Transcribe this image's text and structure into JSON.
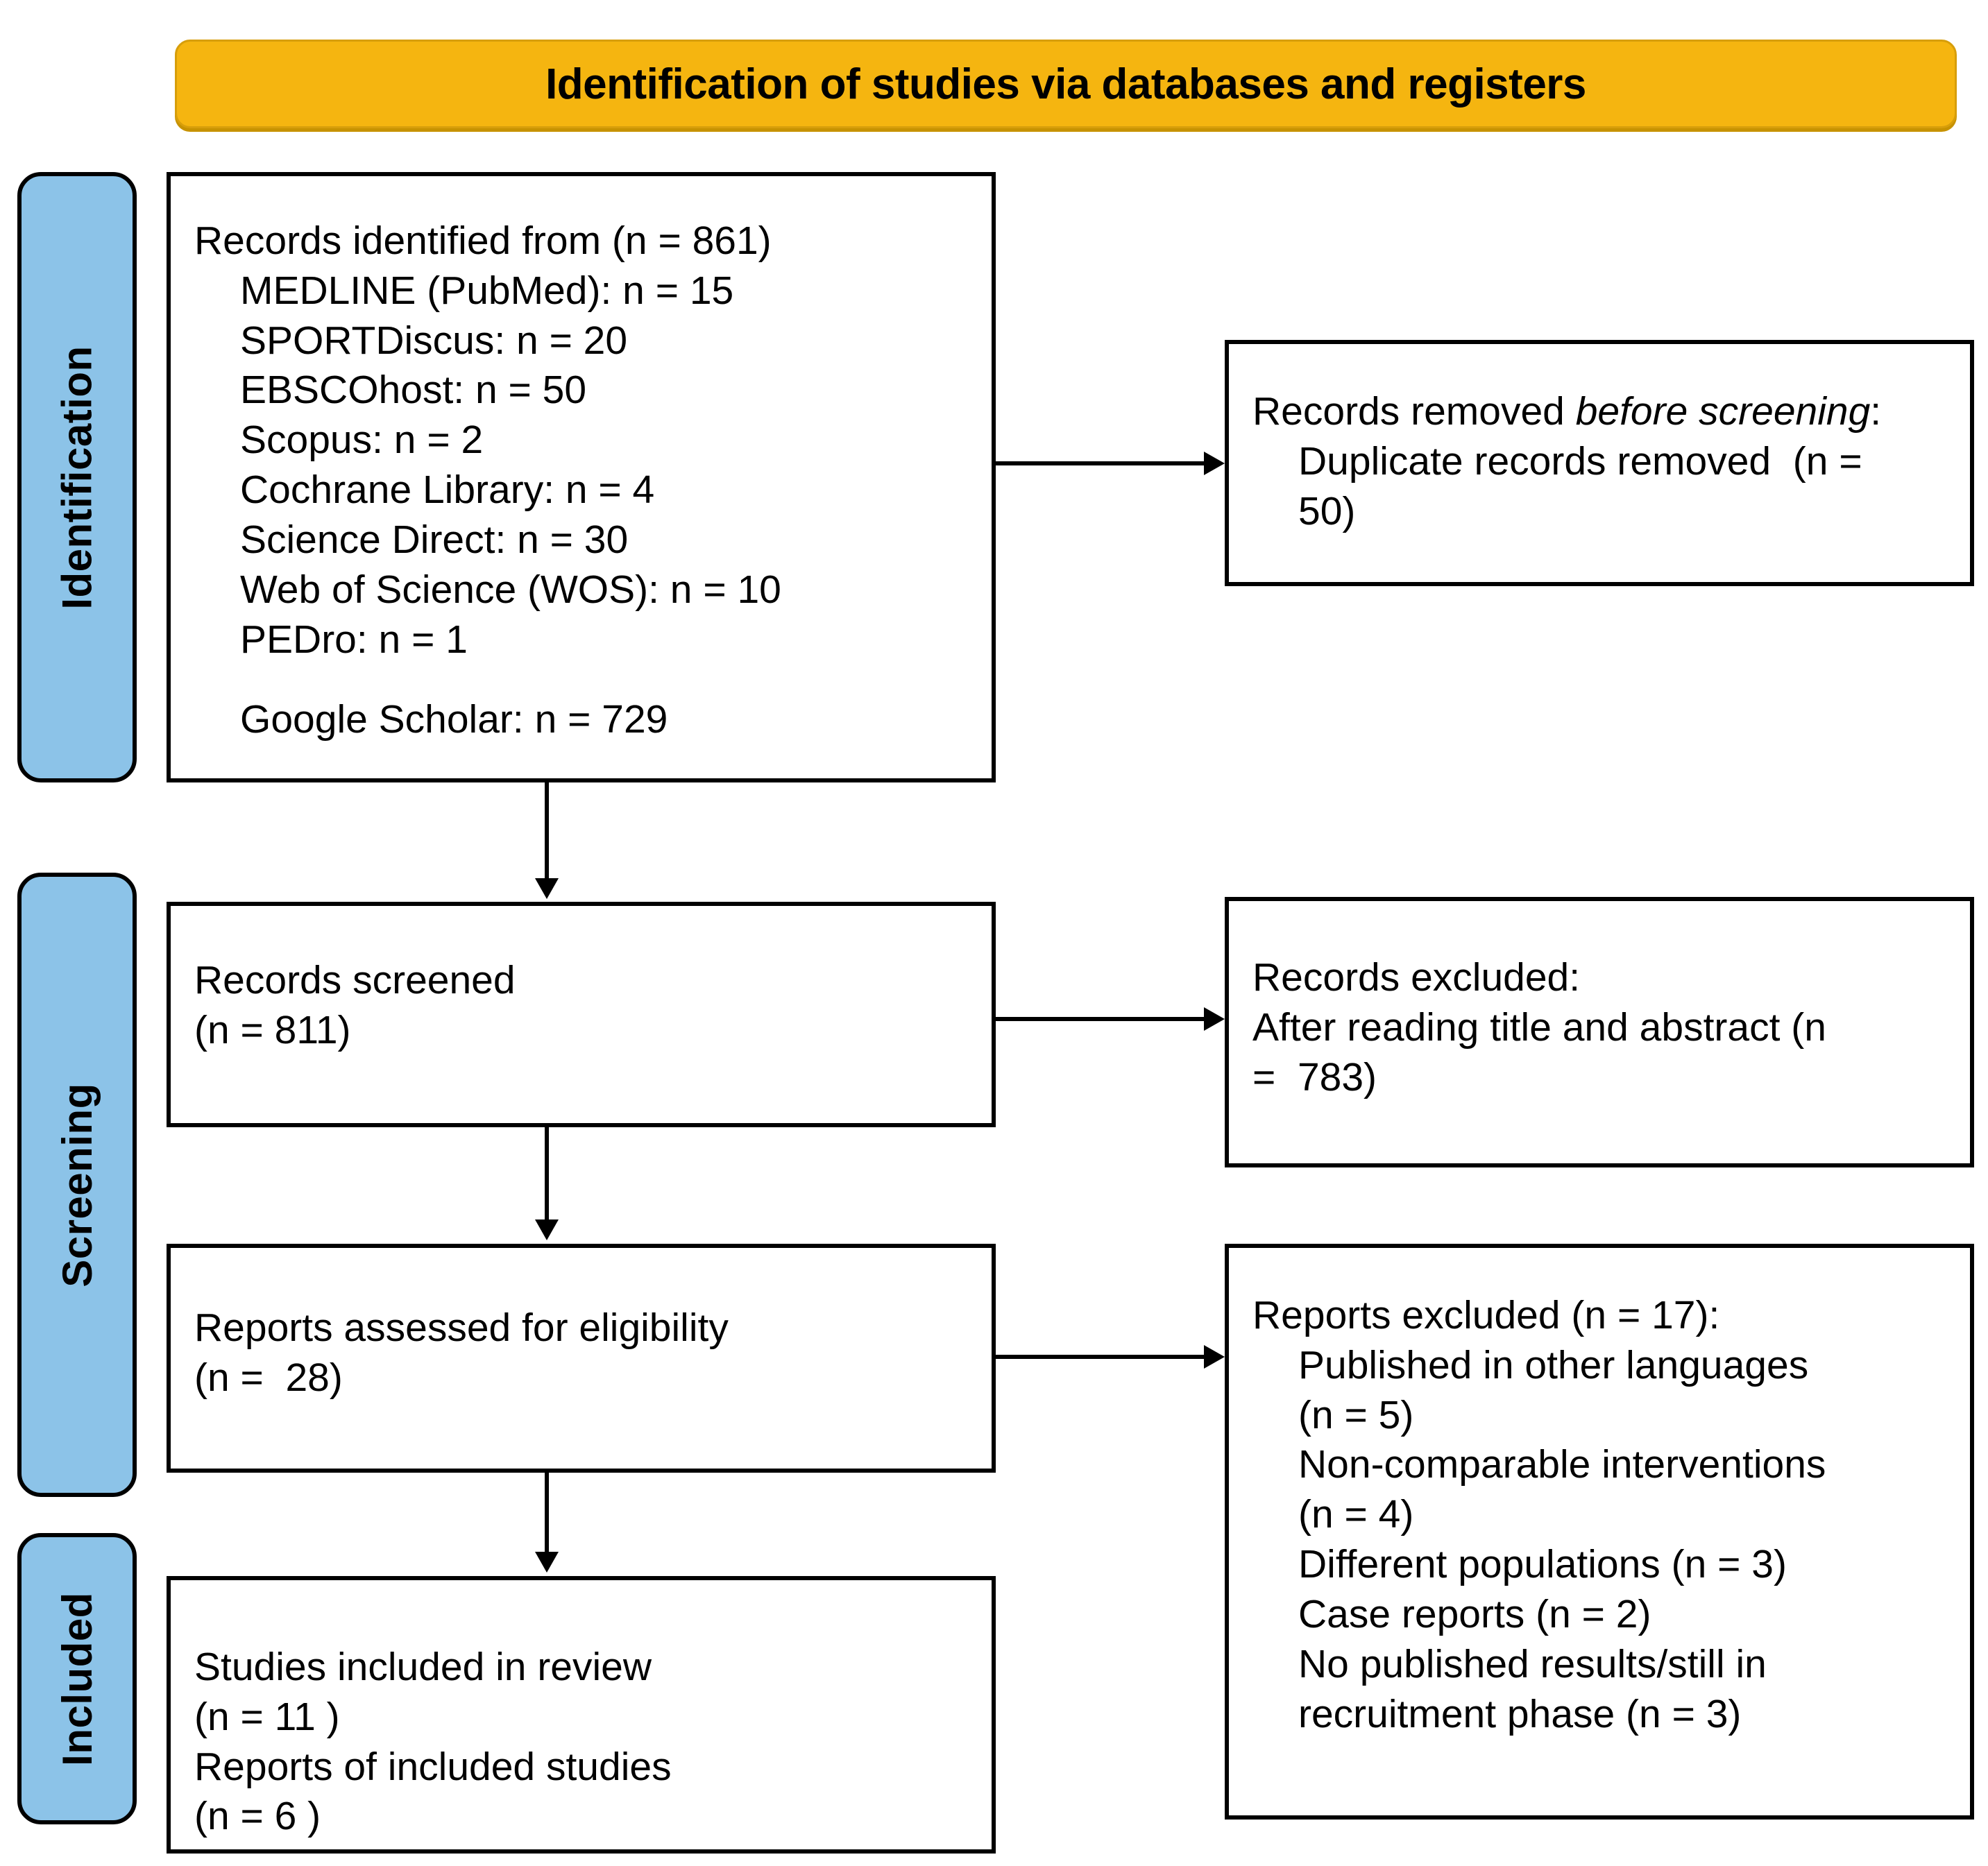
{
  "banner": {
    "title": "Identification of studies via databases and registers",
    "bg_color": "#F5B510"
  },
  "phases": {
    "identification": "Identification",
    "screening": "Screening",
    "included": "Included",
    "bg_color": "#8CC3E8"
  },
  "boxes": {
    "identified": {
      "line_header": "Records identified from (n = 861)",
      "sources": [
        "MEDLINE (PubMed): n = 15",
        "SPORTDiscus: n = 20",
        "EBSCOhost: n = 50",
        "Scopus: n = 2",
        "Cochrane Library: n = 4",
        "Science Direct: n = 30",
        "Web of Science (WOS): n = 10",
        "PEDro: n = 1"
      ],
      "google_scholar": "Google Scholar: n = 729"
    },
    "removed": {
      "line1_a": "Records removed ",
      "line1_italic": "before screening",
      "line1_b": ":",
      "line2": "Duplicate records removed  (n =",
      "line3": "50)"
    },
    "screened": {
      "line1": "Records screened",
      "line2": "(n = 811)"
    },
    "excluded_records": {
      "line1": "Records excluded:",
      "line2": "After reading title and abstract (n",
      "line3": "=  783)"
    },
    "eligibility": {
      "line1": "Reports assessed for eligibility",
      "line2": "(n =  28)"
    },
    "excluded_reports": {
      "header": "Reports excluded (n = 17):",
      "reasons": [
        "Published in other languages",
        "(n = 5)",
        "Non-comparable interventions",
        "(n = 4)",
        "Different populations (n = 3)",
        "Case reports (n = 2)",
        "No published results/still in",
        "recruitment phase (n = 3)"
      ]
    },
    "included": {
      "line1": "Studies included in review",
      "line2": "(n = 11 )",
      "line3": "Reports of included studies",
      "line4": "(n = 6 )"
    }
  }
}
